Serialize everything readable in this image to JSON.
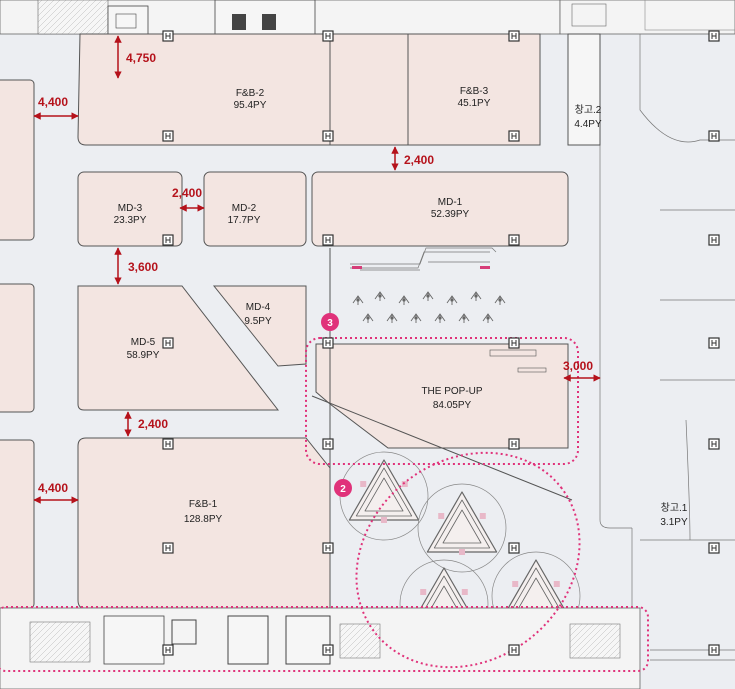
{
  "colors": {
    "background": "#eceef2",
    "unit_fill": "#f3e5e1",
    "unit_stroke": "#555555",
    "dimension": "#b5121b",
    "highlight": "#e0327a",
    "column": "#333333"
  },
  "units": {
    "fb2": {
      "name": "F&B-2",
      "area": "95.4PY"
    },
    "fb3": {
      "name": "F&B-3",
      "area": "45.1PY"
    },
    "md1": {
      "name": "MD-1",
      "area": "52.39PY"
    },
    "md2": {
      "name": "MD-2",
      "area": "17.7PY"
    },
    "md3": {
      "name": "MD-3",
      "area": "23.3PY"
    },
    "md4": {
      "name": "MD-4",
      "area": "9.5PY"
    },
    "md5": {
      "name": "MD-5",
      "area": "58.9PY"
    },
    "popup": {
      "name": "THE POP-UP",
      "area": "84.05PY"
    },
    "fb1": {
      "name": "F&B-1",
      "area": "128.8PY"
    },
    "storage2": {
      "name": "창고.2",
      "area": "4.4PY"
    },
    "storage1": {
      "name": "창고.1",
      "area": "3.1PY"
    }
  },
  "dimensions": {
    "d4750": "4,750",
    "d4400_top": "4,400",
    "d2400_fb": "2,400",
    "d2400_md": "2,400",
    "d3600": "3,600",
    "d3000": "3,000",
    "d2400_low": "2,400",
    "d4400_low": "4,400"
  },
  "badges": {
    "popup_zone": "3",
    "kiosk_zone": "2"
  }
}
